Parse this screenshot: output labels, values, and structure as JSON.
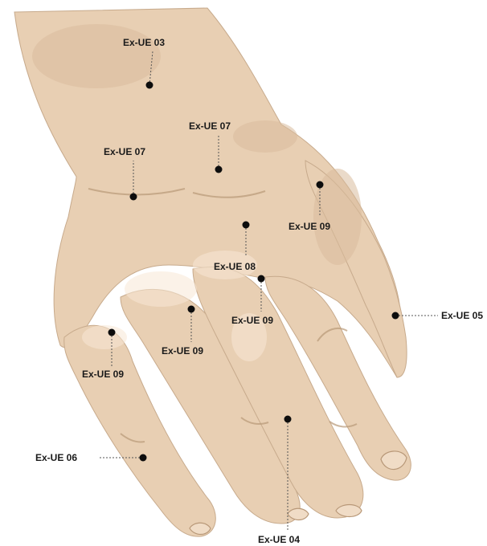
{
  "points": [
    {
      "id": "p1",
      "label": "Ex-UE 03"
    },
    {
      "id": "p2",
      "label": "Ex-UE 07"
    },
    {
      "id": "p3",
      "label": "Ex-UE 07"
    },
    {
      "id": "p4",
      "label": "Ex-UE 09"
    },
    {
      "id": "p5",
      "label": "Ex-UE 08"
    },
    {
      "id": "p6",
      "label": "Ex-UE 09"
    },
    {
      "id": "p7",
      "label": "Ex-UE 09"
    },
    {
      "id": "p8",
      "label": "Ex-UE 09"
    },
    {
      "id": "p9",
      "label": "Ex-UE 05"
    },
    {
      "id": "p10",
      "label": "Ex-UE 06"
    },
    {
      "id": "p11",
      "label": "Ex-UE 04"
    }
  ],
  "colors": {
    "skin": "#e8cfb3",
    "point": "#0d0d0d",
    "label": "#1a1a1a"
  }
}
